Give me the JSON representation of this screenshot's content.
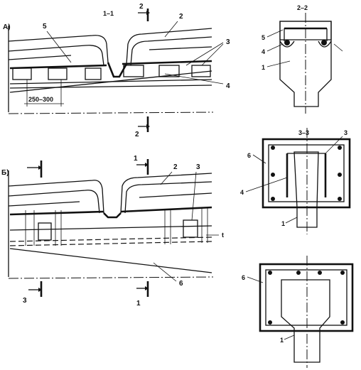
{
  "figure": {
    "panel_a": {
      "letter": "А)",
      "section_1_mark": "1–1",
      "callouts": {
        "c2": "2",
        "c3": "3",
        "c4": "4",
        "c5": "5"
      },
      "dimension": "250–300",
      "cut_top": "2",
      "cut_bottom": "2"
    },
    "panel_b": {
      "letter": "Б)",
      "callouts": {
        "c2": "2",
        "c3": "3",
        "c6": "6",
        "ct": "t"
      },
      "cut_top_1": "1",
      "cut_bottom_1": "1",
      "cut_bottom_3": "3"
    },
    "section_22": {
      "title": "2–2",
      "callouts": {
        "c1": "1",
        "c4": "4",
        "c5": "5"
      }
    },
    "section_33": {
      "title": "3–3",
      "callouts": {
        "c1": "1",
        "c3": "3",
        "c4": "4",
        "c6": "6"
      }
    },
    "section_11": {
      "callouts": {
        "c1": "1",
        "c6": "6"
      }
    }
  }
}
